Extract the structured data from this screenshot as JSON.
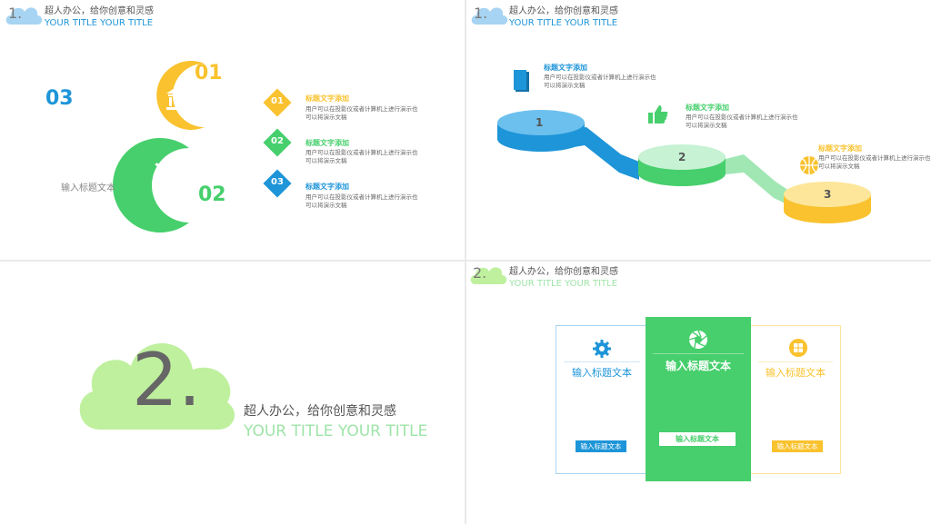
{
  "colors": {
    "blue": "#1e95d8",
    "yellow": "#f9c22e",
    "green": "#46cf6c",
    "light_green": "#bff09e",
    "light_blue": "#a7d4f2",
    "gray_text": "#666666"
  },
  "slide1": {
    "header": {
      "number": "1.",
      "title": "超人办公，给你创意和灵感",
      "subtitle": "YOUR TITLE YOUR TITLE"
    },
    "petals": [
      {
        "number": "01",
        "icon": "bank-icon",
        "color": "#f9c22e"
      },
      {
        "number": "02",
        "icon": "airplane-icon",
        "color": "#46cf6c"
      },
      {
        "number": "03",
        "icon": "bar-chart-icon",
        "color": "#1e95d8"
      }
    ],
    "caption": "输入标题文本",
    "items": [
      {
        "number": "01",
        "title": "标题文字添加",
        "desc": "用户可以在投影仪或者计算机上进行演示也可以将演示文稿",
        "color": "#f9c22e"
      },
      {
        "number": "02",
        "title": "标题文字添加",
        "desc": "用户可以在投影仪或者计算机上进行演示也可以将演示文稿",
        "color": "#46cf6c"
      },
      {
        "number": "03",
        "title": "标题文字添加",
        "desc": "用户可以在投影仪或者计算机上进行演示也可以将演示文稿",
        "color": "#1e95d8"
      }
    ]
  },
  "slide2": {
    "header": {
      "number": "1.",
      "title": "超人办公，给你创意和灵感",
      "subtitle": "YOUR TITLE YOUR TITLE"
    },
    "steps": [
      {
        "number": "1",
        "title": "标题文字添加",
        "desc": "用户可以在投影仪或者计算机上进行演示也可以将演示文稿",
        "icon": "book-icon",
        "color": "#1e95d8"
      },
      {
        "number": "2",
        "title": "标题文字添加",
        "desc": "用户可以在投影仪或者计算机上进行演示也可以将演示文稿",
        "icon": "thumbs-up-icon",
        "color": "#46cf6c"
      },
      {
        "number": "3",
        "title": "标题文字添加",
        "desc": "用户可以在投影仪或者计算机上进行演示也可以将演示文稿",
        "icon": "basketball-icon",
        "color": "#f9c22e"
      }
    ]
  },
  "slide3": {
    "number": "2.",
    "title": "超人办公，给你创意和灵感",
    "subtitle": "YOUR TITLE YOUR TITLE"
  },
  "slide4": {
    "header": {
      "number": "2.",
      "title": "超人办公，给你创意和灵感",
      "subtitle": "YOUR TITLE YOUR TITLE"
    },
    "columns": [
      {
        "label": "输入标题文本",
        "button": "输入标题文本",
        "icon": "gear-icon",
        "color": "#1e95d8"
      },
      {
        "label": "输入标题文本",
        "button": "输入标题文本",
        "icon": "aperture-icon",
        "color": "#46cf6c"
      },
      {
        "label": "输入标题文本",
        "button": "输入标题文本",
        "icon": "windows-icon",
        "color": "#f9c22e"
      }
    ]
  }
}
